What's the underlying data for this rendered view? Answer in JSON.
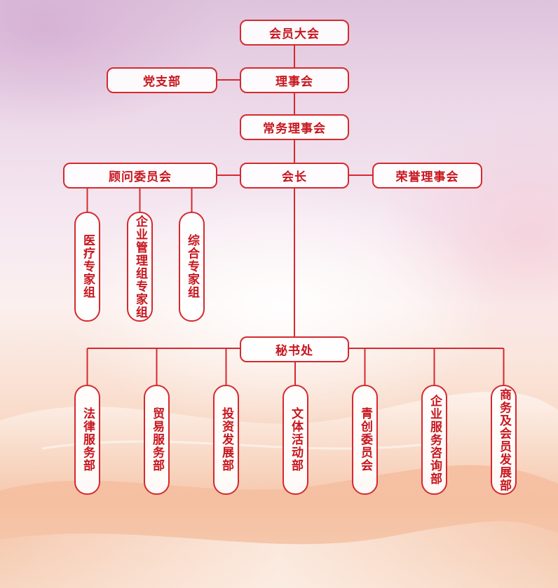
{
  "colors": {
    "accent": "#d42a2f",
    "text": "#c8161e"
  },
  "top": {
    "assembly": "会员大会",
    "party_branch": "党支部",
    "council": "理事会",
    "standing_council": "常务理事会",
    "advisory_committee": "顾问委员会",
    "president": "会长",
    "honorary_council": "荣誉理事会",
    "secretariat": "秘书处"
  },
  "expert_groups": [
    "医疗专家组",
    "企业管理组专家组",
    "综合专家组"
  ],
  "departments": [
    "法律服务部",
    "贸易服务部",
    "投资发展部",
    "文体活动部",
    "青创委员会",
    "企业服务咨询部",
    "商务及会员发展部"
  ]
}
